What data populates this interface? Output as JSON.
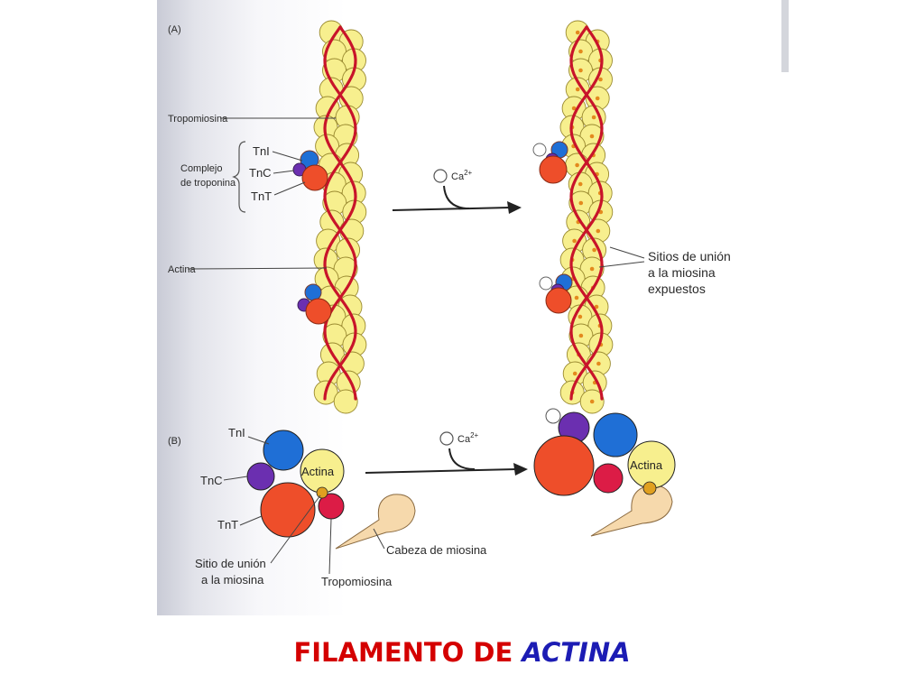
{
  "title": {
    "main": "FILAMENTO DE ",
    "accent": "ACTINA"
  },
  "colors": {
    "title_red": "#d40000",
    "title_blue": "#1c1cb4",
    "actin_yellow": "#f7ef8e",
    "tropomyosin_red": "#c8142a",
    "tni_blue": "#1f6fd6",
    "tnc_purple": "#6b2fb0",
    "tnt_orange": "#ee4e2a",
    "myosin_head_tan": "#f6d9ac"
  },
  "panel_a": {
    "tag": "(A)",
    "labels": {
      "tropomiosina": "Tropomiosina",
      "complejo_line1": "Complejo",
      "complejo_line2": "de troponina",
      "tni": "TnI",
      "tnc": "TnC",
      "tnt": "TnT",
      "actina": "Actina",
      "ca_ion": "Ca",
      "ca_charge": "2+",
      "sitios_line1": "Sitios de unión",
      "sitios_line2": "a la miosina",
      "sitios_line3": "expuestos"
    }
  },
  "panel_b": {
    "tag": "(B)",
    "labels": {
      "tni": "TnI",
      "tnc": "TnC",
      "tnt": "TnT",
      "actina_left": "Actina",
      "actina_right": "Actina",
      "ca_ion": "Ca",
      "ca_charge": "2+",
      "cabeza": "Cabeza de miosina",
      "sitio_line1": "Sitio de unión",
      "sitio_line2": "a la miosina",
      "tropomiosina": "Tropomiosina"
    }
  }
}
